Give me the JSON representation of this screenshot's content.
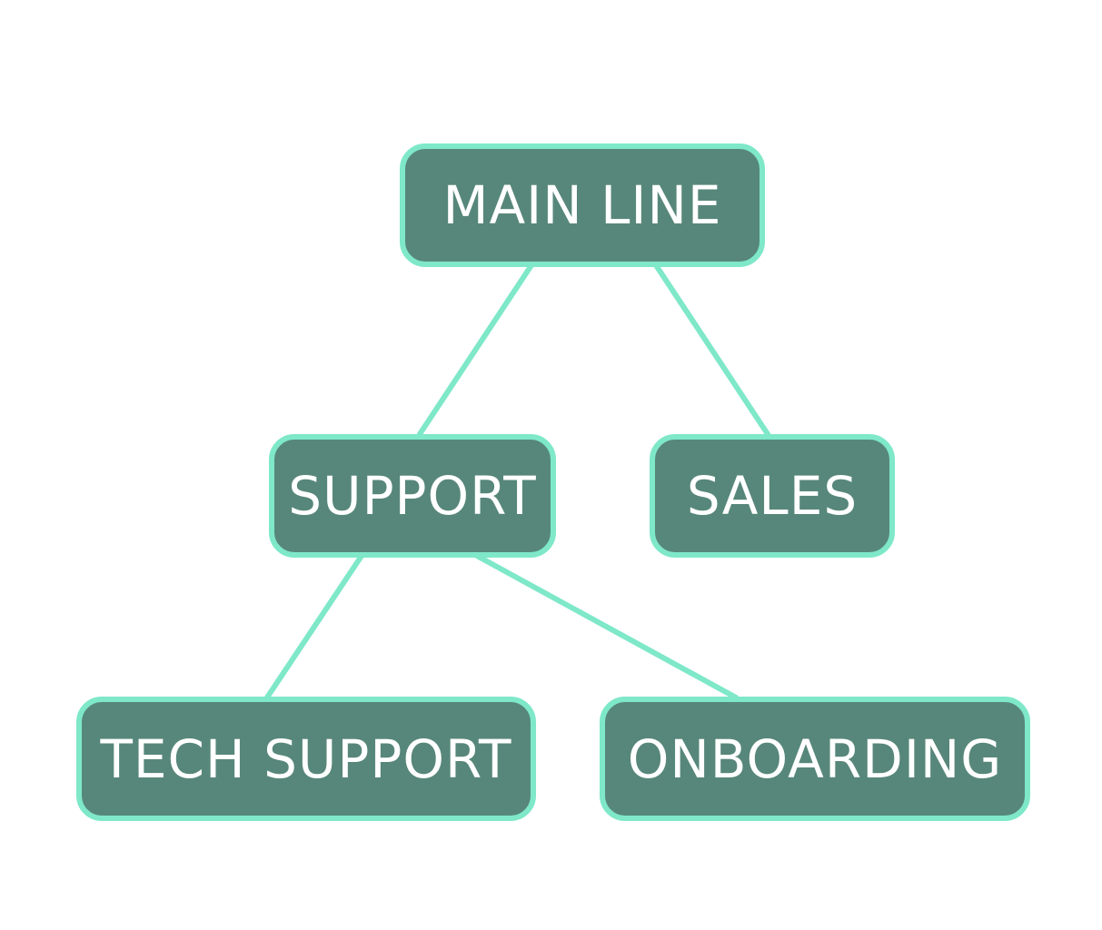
{
  "colors": {
    "node_fill": "#57877a",
    "node_border": "#7ee8c8",
    "edge": "#7ee8c8",
    "text": "#ffffff"
  },
  "nodes": {
    "main_line": "MAIN LINE",
    "support": "SUPPORT",
    "sales": "SALES",
    "tech_support": "TECH SUPPORT",
    "onboarding": "ONBOARDING"
  },
  "edges": [
    {
      "from": "main_line",
      "to": "support"
    },
    {
      "from": "main_line",
      "to": "sales"
    },
    {
      "from": "support",
      "to": "tech_support"
    },
    {
      "from": "support",
      "to": "onboarding"
    }
  ]
}
